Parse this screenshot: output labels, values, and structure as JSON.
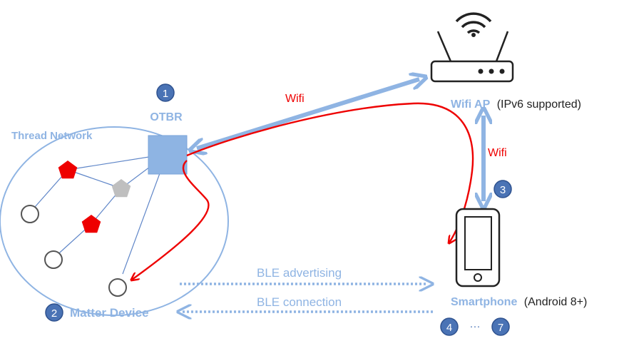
{
  "colors": {
    "blue_light": "#8fb4e3",
    "blue_box": "#8eb4e3",
    "badge_fill": "#4a73b5",
    "badge_stroke": "#2f528f",
    "red": "#ee0000",
    "gray": "#bfbfbf",
    "dark": "#222222"
  },
  "badges": {
    "b1": "1",
    "b2": "2",
    "b3": "3",
    "b4": "4",
    "b7": "7"
  },
  "labels": {
    "otbr": "OTBR",
    "thread_network": "Thread Network",
    "matter_device": "Matter Device",
    "wifi_top": "Wifi",
    "wifi_right": "Wifi",
    "wifi_ap": "Wifi AP",
    "wifi_ap_note": "(IPv6 supported)",
    "ble_advertising": "BLE advertising",
    "ble_connection": "BLE connection",
    "smartphone": "Smartphone",
    "smartphone_note": "(Android 8+)",
    "ellipsis": "···"
  }
}
